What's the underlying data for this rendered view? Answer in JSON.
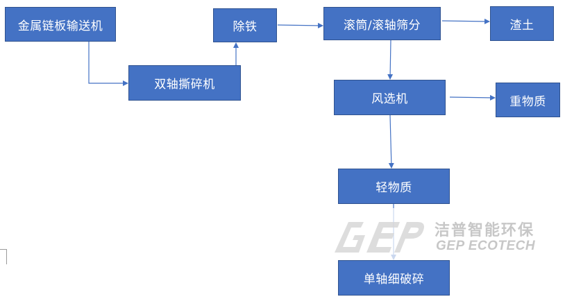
{
  "colors": {
    "node_fill": "#4472c4",
    "node_border": "#2f528f",
    "arrow": "#4472c4",
    "watermark": "#c7c7c7"
  },
  "nodes": {
    "conveyor": "金属链板输送机",
    "shredder": "双轴撕碎机",
    "iron_removal": "除铁",
    "screen": "滚筒/滚轴筛分",
    "slag": "渣土",
    "air_separator": "风选机",
    "heavy": "重物质",
    "light": "轻物质",
    "fine_crusher": "单轴细破碎"
  },
  "edges": [
    [
      "conveyor",
      "shredder"
    ],
    [
      "shredder",
      "iron_removal"
    ],
    [
      "iron_removal",
      "screen"
    ],
    [
      "screen",
      "slag"
    ],
    [
      "screen",
      "air_separator"
    ],
    [
      "air_separator",
      "heavy"
    ],
    [
      "air_separator",
      "light"
    ],
    [
      "light",
      "fine_crusher"
    ]
  ],
  "watermark": {
    "logo": "GEP",
    "name_cn": "洁普智能环保",
    "name_en": "GEP ECOTECH"
  }
}
